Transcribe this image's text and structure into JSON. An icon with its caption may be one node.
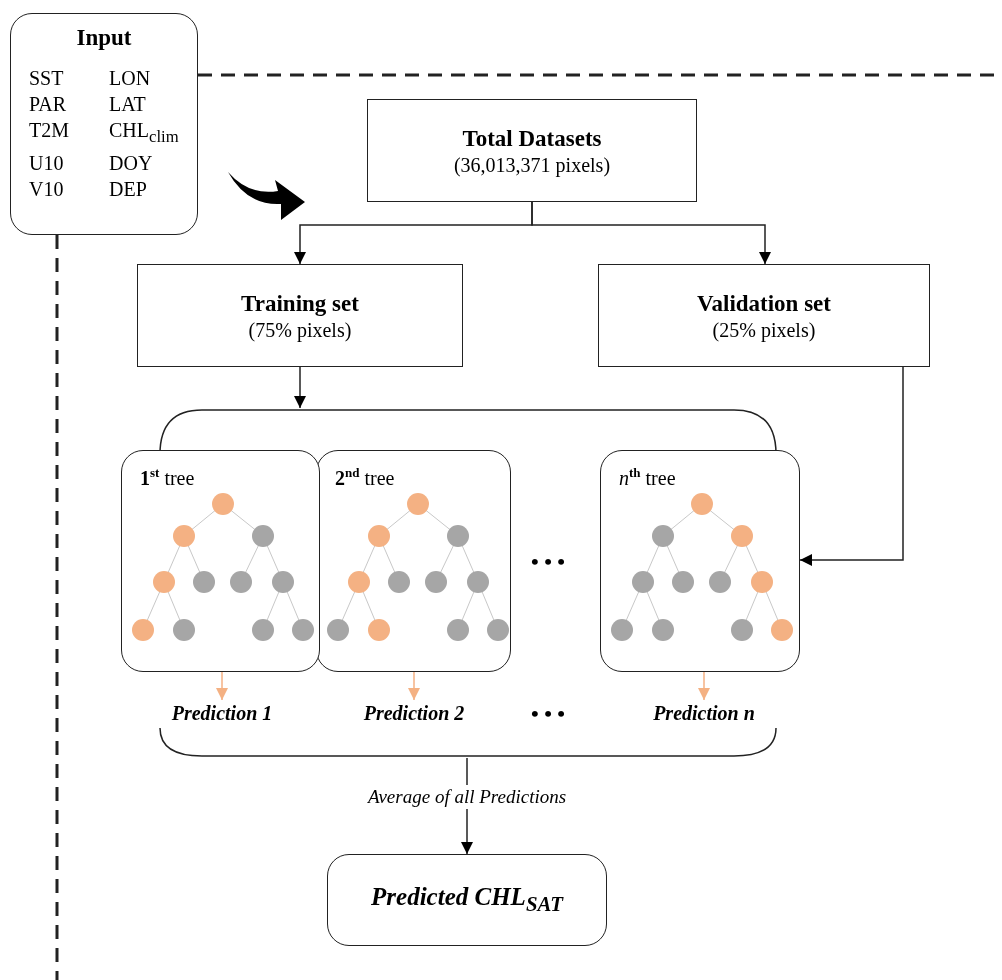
{
  "diagram": {
    "nodes": [
      {
        "text": [
          "Input",
          "SST",
          "LON",
          "PAR",
          "LAT",
          "T2M",
          "CHL$_{clim}$",
          "U10",
          "DOY",
          "V10",
          "DEP"
        ]
      },
      {
        "text": [
          "Total Datasets",
          "(36,013,371 pixels)"
        ]
      },
      {
        "text": [
          "Training set",
          "(75% pixels)"
        ]
      },
      {
        "text": [
          "Validation set",
          "(25% pixels)"
        ]
      },
      {
        "text": [],
        "shape": "bracket"
      },
      {
        "text": [
          "**1**$^{st}$ tree"
        ]
      },
      {
        "text": [
          "**2**$^{nd}$ tree"
        ]
      },
      {
        "text": [
          "*n*$^{th}$ tree"
        ]
      },
      {
        "text": [
          "Prediction 1"
        ]
      },
      {
        "text": [
          "Prediction 2"
        ]
      },
      {
        "text": [
          "Prediction n"
        ]
      },
      {
        "text": [],
        "shape": "bracket"
      },
      {
        "text": [
          "Predicted CHL$_{SAT}$"
        ]
      }
    ],
    "edges": [
      {
        "from": 1,
        "to": 2,
        "arrow": "to"
      },
      {
        "from": 1,
        "to": 3,
        "arrow": "to"
      },
      {
        "from": 2,
        "to": 4,
        "arrow": "to"
      },
      {
        "from": 3,
        "to": 7,
        "arrow": "to"
      },
      {
        "from": 5,
        "to": 8,
        "arrow": "to",
        "color": "#f4b183"
      },
      {
        "from": 6,
        "to": 9,
        "arrow": "to",
        "color": "#f4b183"
      },
      {
        "from": 7,
        "to": 10,
        "arrow": "to",
        "color": "#f4b183"
      },
      {
        "from": 11,
        "to": 12,
        "arrow": "to",
        "label": "Average of all Predictions"
      },
      {
        "from": 0,
        "to": null,
        "arrow": "none",
        "style": "dashed"
      },
      {
        "from": 0,
        "to": null,
        "arrow": "none",
        "style": "dashed"
      }
    ],
    "labels": [
      "• • •",
      "• • •"
    ]
  }
}
